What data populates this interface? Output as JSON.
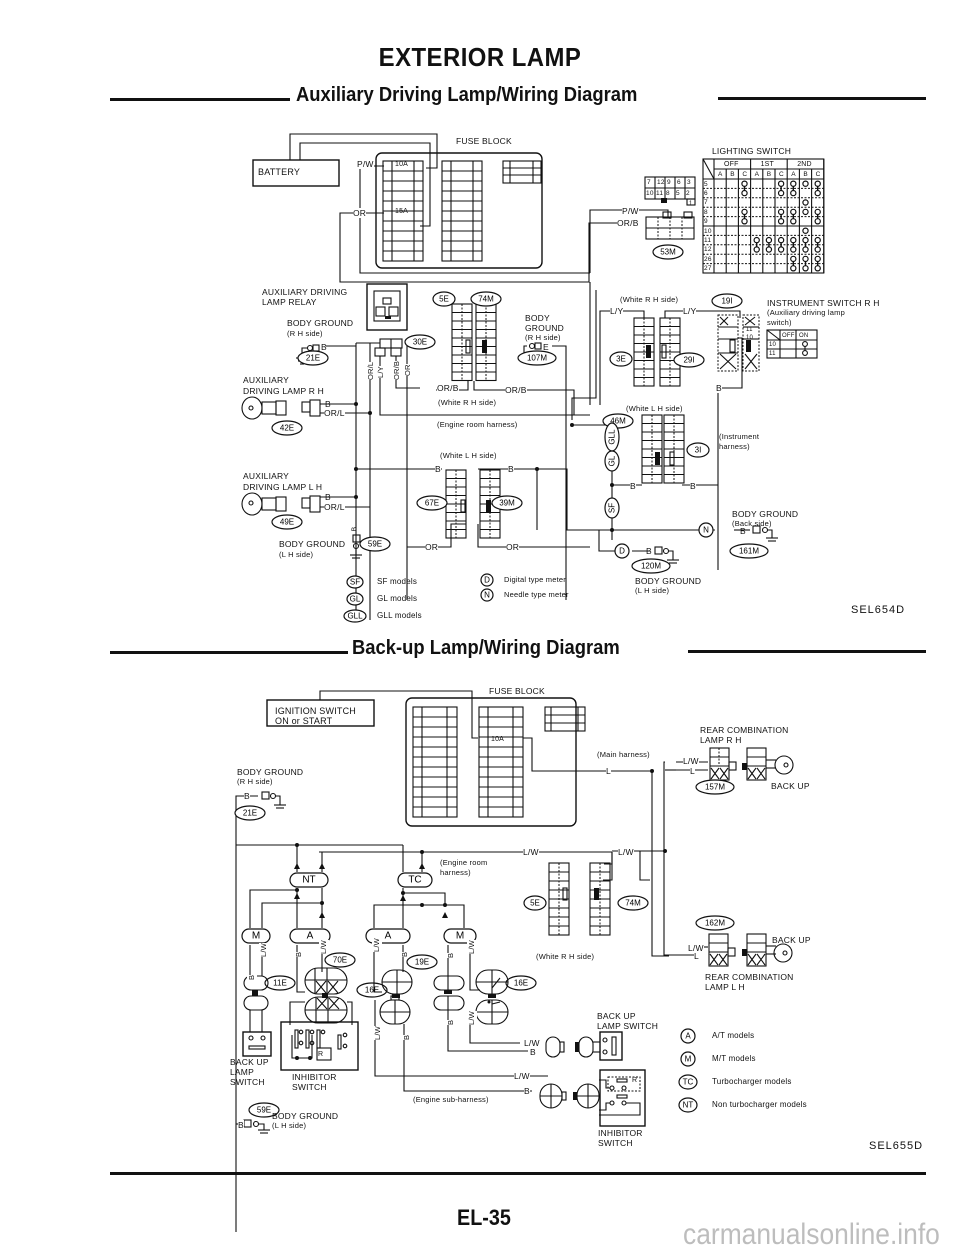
{
  "page": {
    "title": "EXTERIOR LAMP",
    "page_number": "EL-35",
    "watermark": "carmanualsonline.info"
  },
  "aux_diagram": {
    "heading": "Auxiliary Driving Lamp/Wiring Diagram",
    "code": "SEL654D",
    "battery": "BATTERY",
    "fuse_block": "FUSE BLOCK",
    "fuse_10a": "10A",
    "fuse_15a": "15A",
    "wire_pw": "P/W",
    "wire_or": "OR",
    "wire_orb": "OR/B",
    "wire_ly": "L/Y",
    "wire_b": "B",
    "wire_orl": "OR/L",
    "lighting_switch": {
      "title": "LIGHTING SWITCH",
      "positions": [
        "OFF",
        "1ST",
        "2ND"
      ],
      "sub_cols": [
        "A",
        "B",
        "C",
        "A",
        "B",
        "C",
        "A",
        "B",
        "C"
      ],
      "rows": [
        "5",
        "6",
        "7",
        "8",
        "9",
        "10",
        "11",
        "12",
        "26",
        "27"
      ],
      "connector_pins_top": [
        "7",
        "12",
        "9",
        "6",
        "3"
      ],
      "connector_pins_bottom": [
        "10",
        "11",
        "8",
        "5",
        "2"
      ],
      "connector_pin_extra": "1",
      "connector_id": "53M"
    },
    "relay": {
      "label_line1": "AUXILIARY DRIVING",
      "label_line2": "LAMP RELAY",
      "connector_id": "30E",
      "wires": [
        "OR/L",
        "L/Y",
        "OR/B",
        "OR"
      ]
    },
    "body_ground_rh": {
      "line1": "BODY GROUND",
      "line2": "(R H side)",
      "id": "21E",
      "wire": "B"
    },
    "body_ground_rh2": {
      "line1": "BODY",
      "line2": "GROUND",
      "line3": "(R H side)",
      "id": "107M",
      "wire": "E"
    },
    "aux_lamp_rh": {
      "line1": "AUXILIARY",
      "line2": "DRIVING LAMP R H",
      "id": "42E",
      "wire1": "B",
      "wire2": "OR/L"
    },
    "aux_lamp_lh": {
      "line1": "AUXILIARY",
      "line2": "DRIVING LAMP L H",
      "id": "49E",
      "wire1": "B",
      "wire2": "OR/L"
    },
    "body_ground_lh": {
      "line1": "BODY GROUND",
      "line2": "(L H side)",
      "id": "59E",
      "wire": "B"
    },
    "connectors_rh": {
      "ids": [
        "5E",
        "74M"
      ],
      "note": "(White  R H side)"
    },
    "engine_room_harness": "(Engine room harness)",
    "connectors_lh": {
      "ids": [
        "67E",
        "39M"
      ],
      "note": "(White  L H side)"
    },
    "connectors_rh2": {
      "ids": [
        "3E",
        "29I"
      ],
      "note": "(White  R H side)"
    },
    "instrument_switch": {
      "connector_id": "19I",
      "title": "INSTRUMENT SWITCH R H",
      "subtitle_line1": "(Auxiliary driving lamp",
      "subtitle_line2": "switch)",
      "cols": [
        "OFF",
        "ON"
      ],
      "rows": [
        "10",
        "11"
      ],
      "pins": [
        "11",
        "10"
      ]
    },
    "connectors_lh2": {
      "ids": [
        "46M",
        "3I"
      ],
      "note": "(White  L H side)"
    },
    "instrument_harness_line1": "(Instrument",
    "instrument_harness_line2": "harness)",
    "model_badges": [
      "GLL",
      "GL",
      "SF"
    ],
    "meter_badges": [
      "N",
      "D"
    ],
    "body_ground_back": {
      "line1": "BODY GROUND",
      "line2": "(Back side)",
      "id": "161M",
      "wire": "B"
    },
    "body_ground_lh2": {
      "line1": "BODY GROUND",
      "line2": "(L H side)",
      "id": "120M",
      "wire": "B"
    },
    "legend_left": [
      {
        "badge": "SF",
        "text": "SF models"
      },
      {
        "badge": "GL",
        "text": "GL models"
      },
      {
        "badge": "GLL",
        "text": "GLL models"
      }
    ],
    "legend_right": [
      {
        "badge": "D",
        "text": "Digital type meter"
      },
      {
        "badge": "N",
        "text": "Needle type meter"
      }
    ]
  },
  "backup_diagram": {
    "heading": "Back-up Lamp/Wiring Diagram",
    "code": "SEL655D",
    "ignition_line1": "IGNITION SWITCH",
    "ignition_line2": "ON or START",
    "fuse_block": "FUSE BLOCK",
    "fuse_10a": "10A",
    "main_harness": "(Main harness)",
    "wire_lw": "L/W",
    "wire_l": "L",
    "wire_b": "B",
    "rear_combo_rh": {
      "line1": "REAR COMBINATION",
      "line2": "LAMP R H",
      "id": "157M",
      "lamp": "BACK UP"
    },
    "rear_combo_lh": {
      "line1": "REAR COMBINATION",
      "line2": "LAMP L H",
      "id": "162M",
      "lamp": "BACK UP"
    },
    "body_ground_rh": {
      "line1": "BODY GROUND",
      "line2": "(R H side)",
      "id": "21E",
      "wire": "B"
    },
    "body_ground_lh": {
      "line1": "BODY GROUND",
      "line2": "(L H side)",
      "id": "59E",
      "wire": "B"
    },
    "engine_room_harness_line1": "(Engine room",
    "engine_room_harness_line2": "harness)",
    "engine_sub_harness": "(Engine sub-harness)",
    "connectors_rh": {
      "ids": [
        "5E",
        "74M"
      ],
      "note": "(White  R H side)"
    },
    "model_blocks": [
      "NT",
      "TC",
      "M",
      "A",
      "A",
      "M"
    ],
    "connector_ids": [
      "70E",
      "11E",
      "19E",
      "16E",
      "16E"
    ],
    "backup_switch_local": {
      "line1": "BACK UP",
      "line2": "LAMP",
      "line3": "SWITCH"
    },
    "inhibitor_local": {
      "line1": "INHIBITOR",
      "line2": "SWITCH",
      "marker": "R"
    },
    "backup_switch_right": {
      "line1": "BACK UP",
      "line2": "LAMP SWITCH"
    },
    "inhibitor_right": {
      "line1": "INHIBITOR",
      "line2": "SWITCH",
      "marker": "R"
    },
    "legend": [
      {
        "badge": "A",
        "text": "A/T models"
      },
      {
        "badge": "M",
        "text": "M/T models"
      },
      {
        "badge": "TC",
        "text": "Turbocharger models"
      },
      {
        "badge": "NT",
        "text": "Non turbocharger models"
      }
    ]
  }
}
